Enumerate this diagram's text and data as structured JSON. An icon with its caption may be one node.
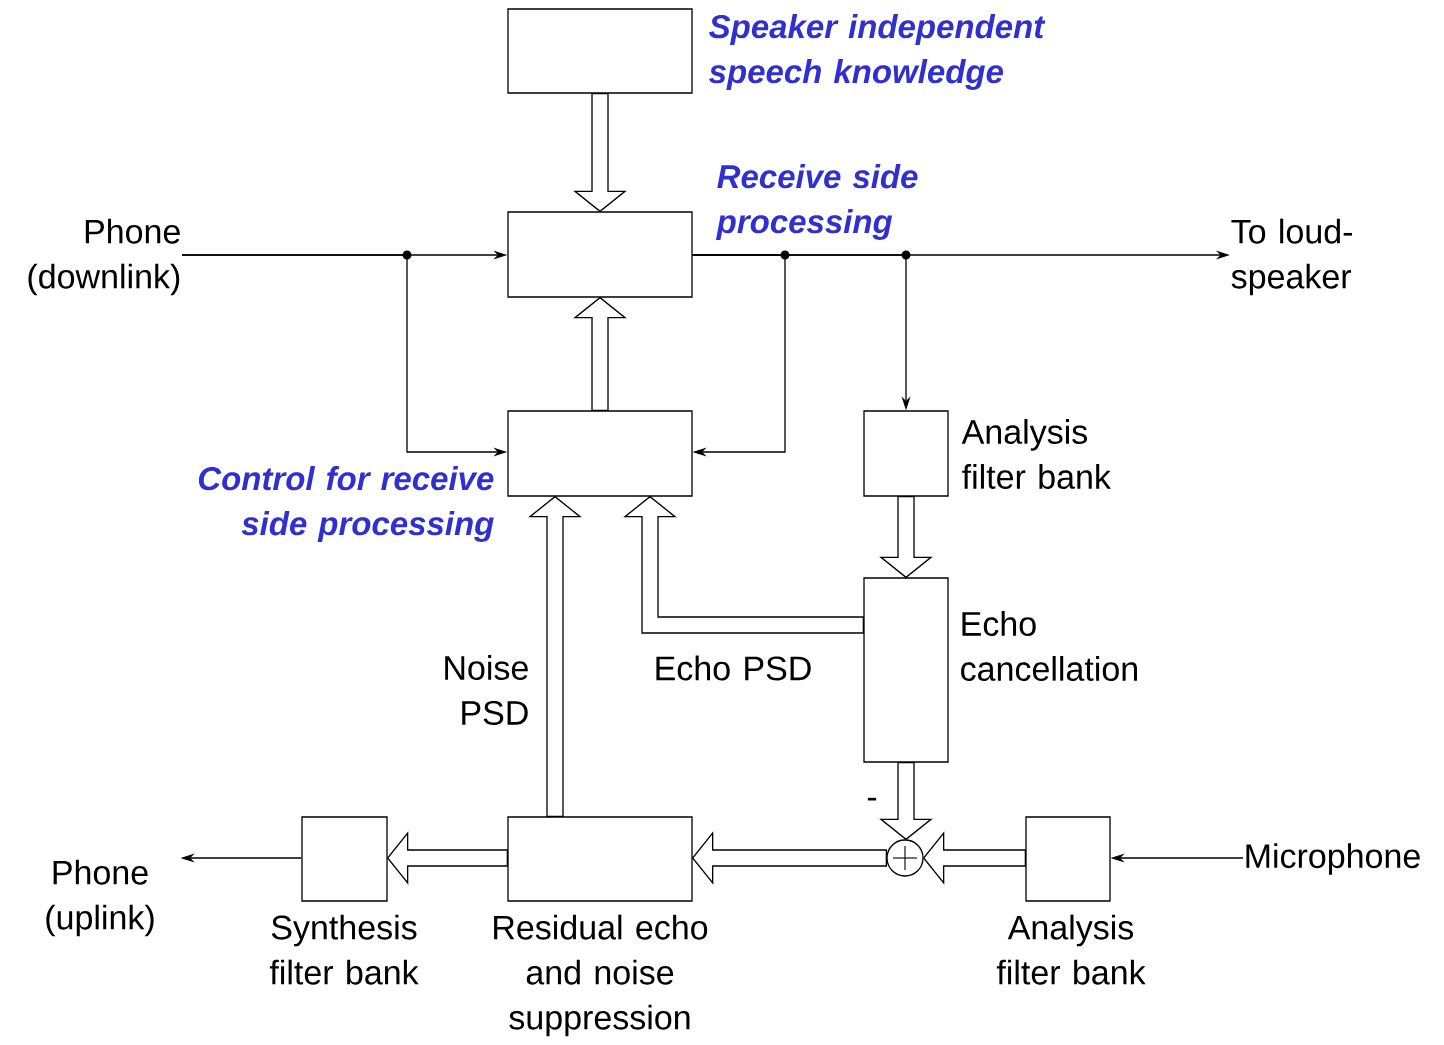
{
  "diagram": {
    "nodes": [
      {
        "text": [
          "Speaker independent speech knowledge"
        ]
      },
      {
        "text": [
          "Receive side processing"
        ]
      },
      {
        "text": [
          "Control for receive side processing"
        ]
      },
      {
        "text": [
          "Analysis filter bank"
        ]
      },
      {
        "text": [
          "Echo cancellation"
        ]
      },
      {
        "text": [
          "Residual echo and noise suppression"
        ]
      },
      {
        "text": [
          "Synthesis filter bank"
        ]
      },
      {
        "text": [
          "Analysis filter bank"
        ]
      },
      {
        "text": [],
        "shape": "circle"
      },
      {
        "text": [
          "Phone (downlink)"
        ]
      },
      {
        "text": [
          "To loud-speaker"
        ]
      },
      {
        "text": [
          "Microphone"
        ]
      },
      {
        "text": [
          "Phone (uplink)"
        ]
      }
    ],
    "edges": [
      {
        "from": 9,
        "to": 1,
        "arrow": "to"
      },
      {
        "from": 9,
        "to": 2,
        "arrow": "to"
      },
      {
        "from": 1,
        "to": 10,
        "arrow": "to"
      },
      {
        "from": 1,
        "to": 2,
        "arrow": "to"
      },
      {
        "from": 1,
        "to": 3,
        "arrow": "to"
      },
      {
        "from": 0,
        "to": 1,
        "arrow": "to",
        "style": "thick"
      },
      {
        "from": 2,
        "to": 1,
        "arrow": "to",
        "style": "thick"
      },
      {
        "from": 5,
        "to": 2,
        "arrow": "to",
        "style": "thick",
        "label": "Noise PSD"
      },
      {
        "from": 4,
        "to": 2,
        "arrow": "to",
        "style": "thick",
        "label": "Echo PSD"
      },
      {
        "from": 3,
        "to": 4,
        "arrow": "to",
        "style": "thick"
      },
      {
        "from": 4,
        "to": 8,
        "arrow": "to",
        "style": "thick"
      },
      {
        "from": 8,
        "to": 5,
        "arrow": "to",
        "style": "thick"
      },
      {
        "from": 7,
        "to": 8,
        "arrow": "to",
        "style": "thick"
      },
      {
        "from": 5,
        "to": 6,
        "arrow": "to",
        "style": "thick"
      },
      {
        "from": 6,
        "to": 12,
        "arrow": "to"
      },
      {
        "from": 11,
        "to": 7,
        "arrow": "to"
      }
    ],
    "labels": [
      "-"
    ]
  }
}
